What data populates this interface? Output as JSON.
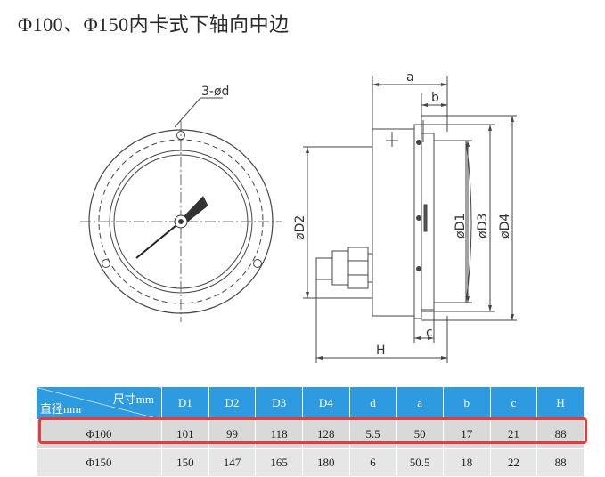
{
  "title": "Φ100、Φ150内卡式下轴向中边",
  "labels": {
    "holes": "3-ød",
    "a": "a",
    "b": "b",
    "c": "c",
    "H": "H",
    "D1": "øD1",
    "D2": "øD2",
    "D3": "øD3",
    "D4": "øD4"
  },
  "table": {
    "corner_top": "尺寸mm",
    "corner_bottom": "直径mm",
    "columns": [
      "D1",
      "D2",
      "D3",
      "D4",
      "d",
      "a",
      "b",
      "c",
      "H"
    ],
    "rows": [
      {
        "name": "Φ100",
        "values": [
          "101",
          "99",
          "118",
          "128",
          "5.5",
          "50",
          "17",
          "21",
          "88"
        ],
        "highlighted": true
      },
      {
        "name": "Φ150",
        "values": [
          "150",
          "147",
          "165",
          "180",
          "6",
          "50.5",
          "18",
          "22",
          "88"
        ],
        "highlighted": false
      }
    ]
  },
  "colors": {
    "header_bg": "#2e9be0",
    "highlight": "#e23c3c"
  }
}
